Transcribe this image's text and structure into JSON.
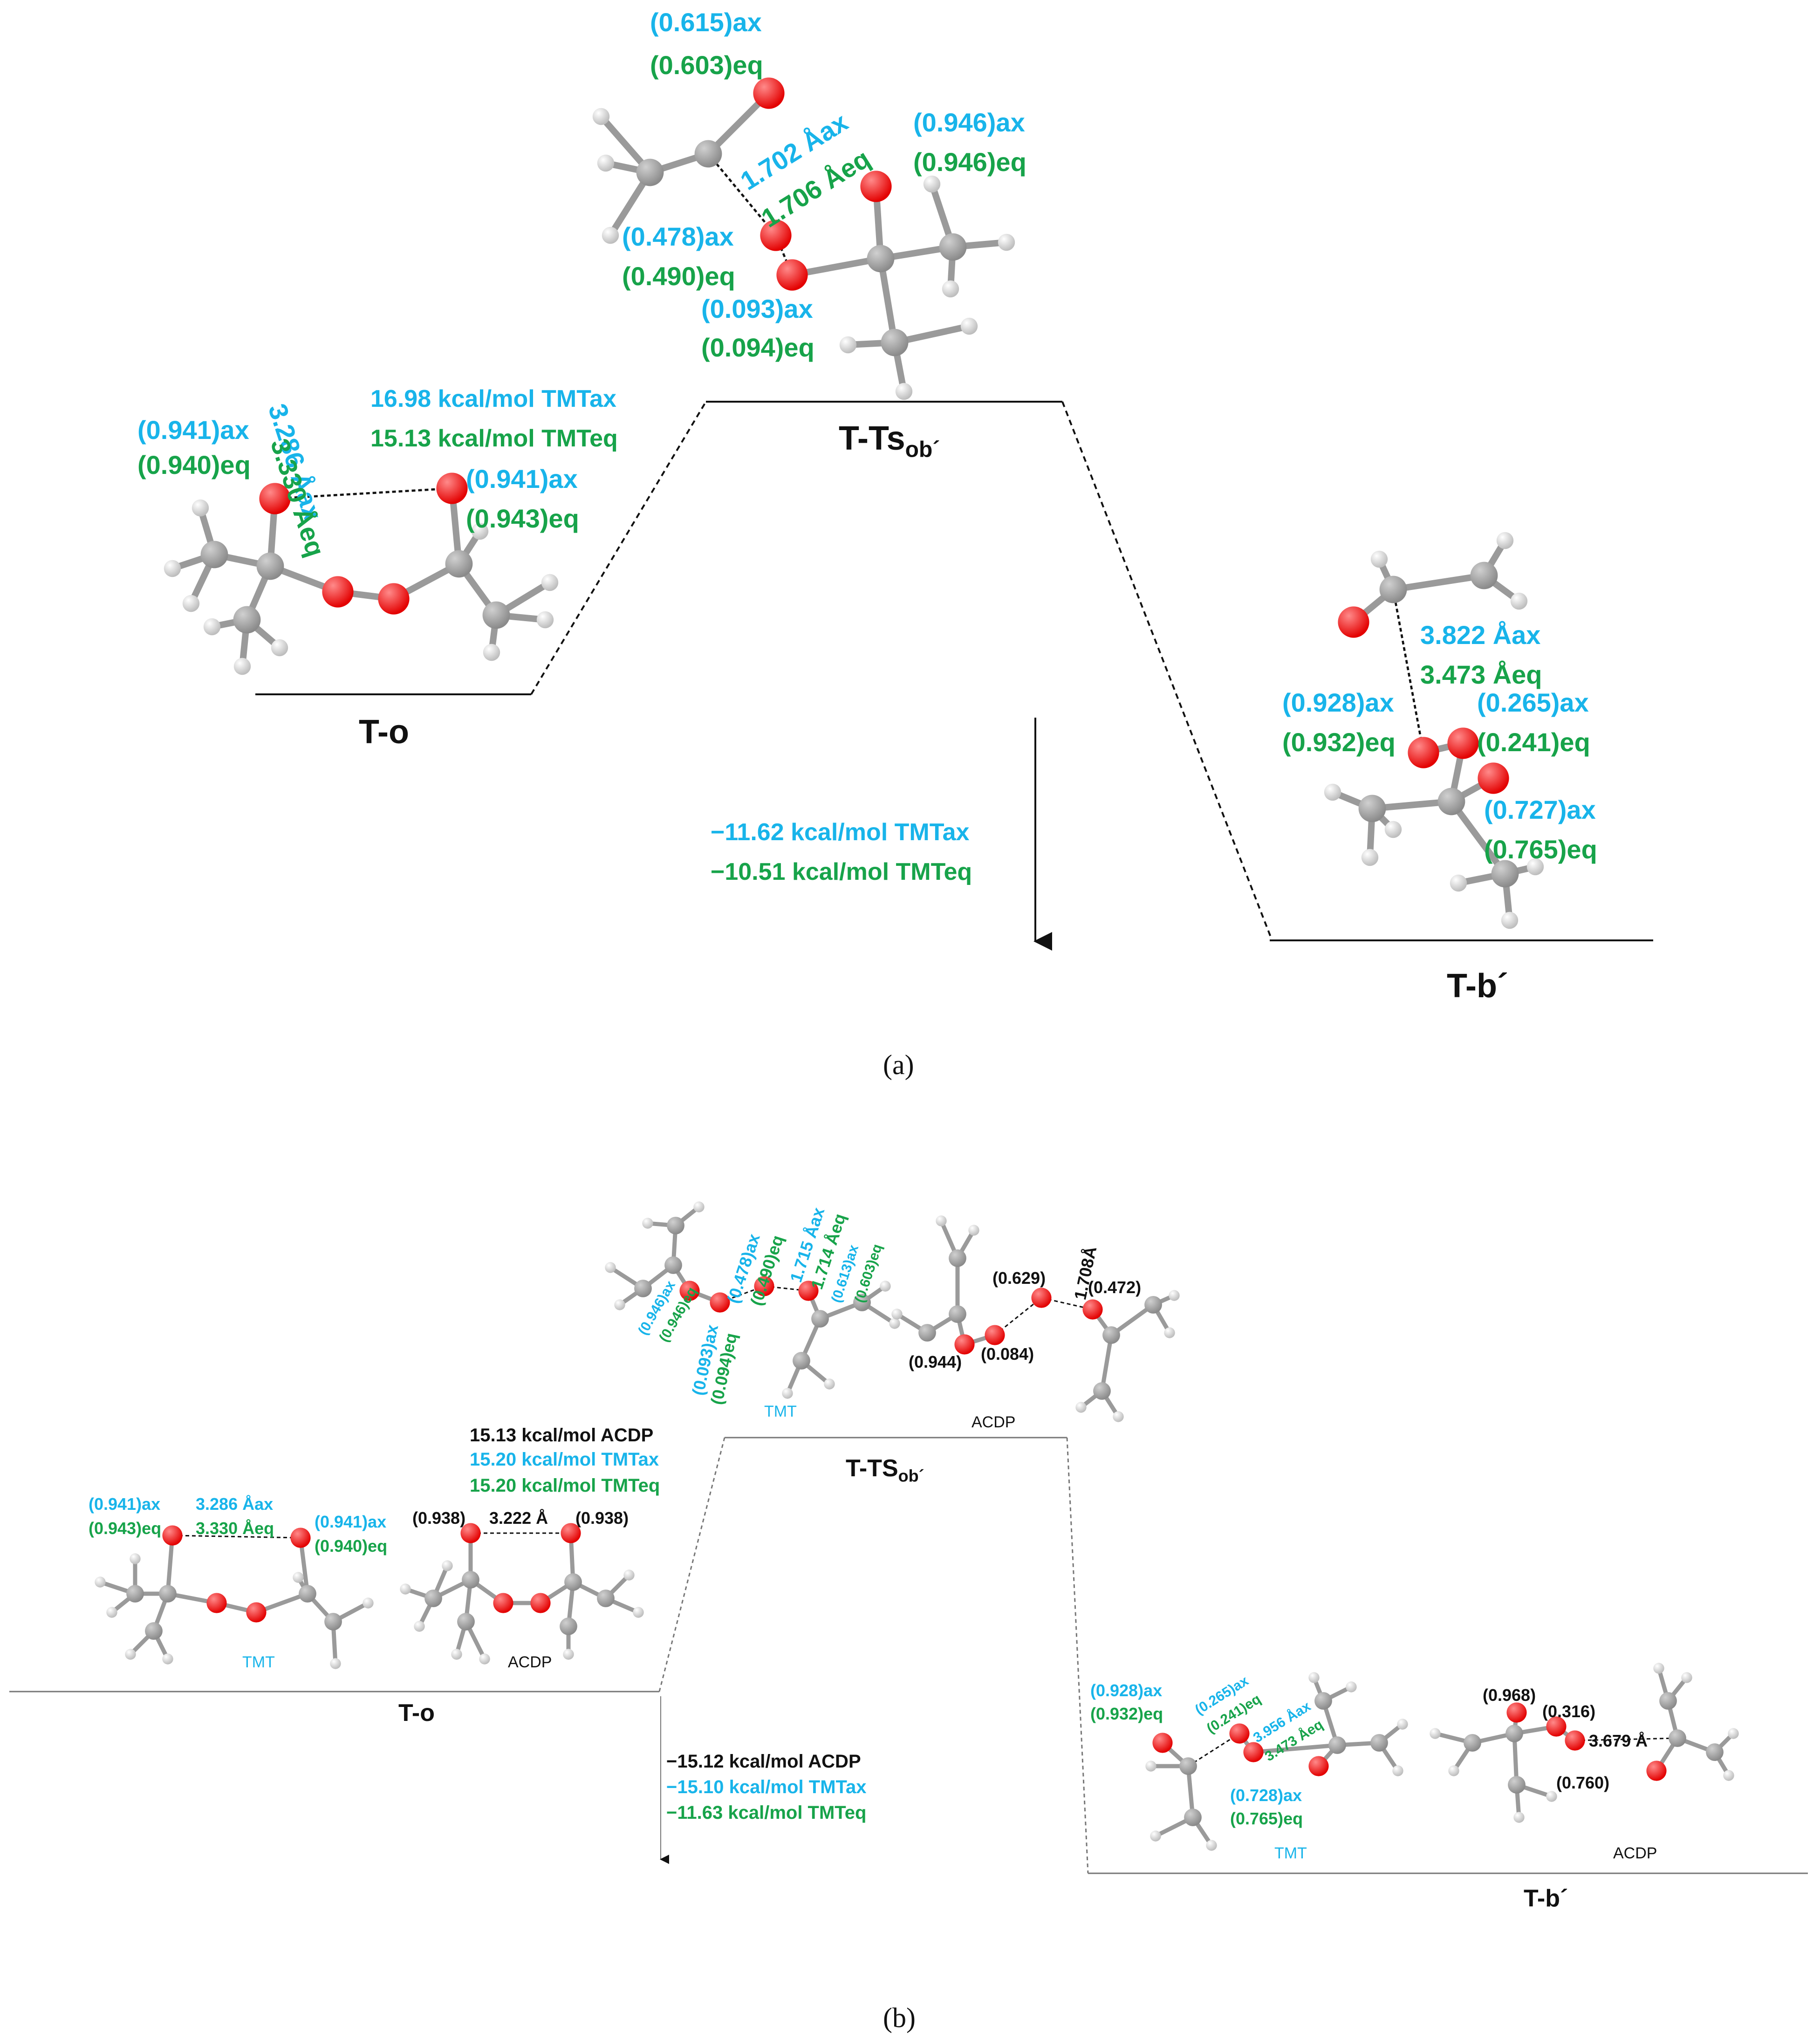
{
  "colors": {
    "ax": "#18b4ea",
    "eq": "#17a34a",
    "black": "#111111",
    "oxygen": "#e30000",
    "carbon": "#8a8a8a",
    "hydrogen": "#e8e8e8"
  },
  "panel_a": {
    "caption": "(a)",
    "states": {
      "reactant": "T-o",
      "ts": "T-Ts",
      "ts_sub": "ob´",
      "product": "T-b´"
    },
    "barrier": {
      "ax": "16.98 kcal/mol TMTax",
      "eq": "15.13 kcal/mol TMTeq"
    },
    "reaction_energy": {
      "ax": "−11.62 kcal/mol TMTax",
      "eq": "−10.51 kcal/mol TMTeq"
    },
    "to_labels": {
      "o1_ax": "(0.941)ax",
      "o1_eq": "(0.940)eq",
      "o2_ax": "(0.941)ax",
      "o2_eq": "(0.943)eq",
      "dist_ax": "3.286 Åax",
      "dist_eq": "3.330 Åeq"
    },
    "ts_labels": {
      "o_top_ax": "(0.615)ax",
      "o_top_eq": "(0.603)eq",
      "dist_ax": "1.702 Åax",
      "dist_eq": "1.706 Åeq",
      "o_right_ax": "(0.946)ax",
      "o_right_eq": "(0.946)eq",
      "o_mid_ax": "(0.478)ax",
      "o_mid_eq": "(0.490)eq",
      "o_low_ax": "(0.093)ax",
      "o_low_eq": "(0.094)eq"
    },
    "tb_labels": {
      "dist_ax": "3.822 Åax",
      "dist_eq": "3.473 Åeq",
      "o_left_ax": "(0.928)ax",
      "o_left_eq": "(0.932)eq",
      "o_right_ax": "(0.265)ax",
      "o_right_eq": "(0.241)eq",
      "o_low_ax": "(0.727)ax",
      "o_low_eq": "(0.765)eq"
    }
  },
  "panel_b": {
    "caption": "(b)",
    "states": {
      "reactant": "T-o",
      "ts": "T-TS",
      "ts_sub": "ob´",
      "product": "T-b´"
    },
    "mol_tags": {
      "tmt": "TMT",
      "acdp": "ACDP"
    },
    "barrier": {
      "acdp": "15.13 kcal/mol ACDP",
      "ax": "15.20 kcal/mol TMTax",
      "eq": "15.20 kcal/mol TMTeq"
    },
    "reaction_energy": {
      "acdp": "−15.12 kcal/mol ACDP",
      "ax": "−15.10 kcal/mol TMTax",
      "eq": "−11.63 kcal/mol TMTeq"
    },
    "to_tmt": {
      "o1_ax": "(0.941)ax",
      "o1_eq": "(0.943)eq",
      "dist_ax": "3.286 Åax",
      "dist_eq": "3.330 Åeq",
      "o2_ax": "(0.941)ax",
      "o2_eq": "(0.940)eq"
    },
    "to_acdp": {
      "o1": "(0.938)",
      "dist": "3.222 Å",
      "o2": "(0.938)"
    },
    "ts_tmt": {
      "a": "(0.946)ax",
      "b": "(0.946)eq",
      "c": "(0.478)ax",
      "d": "(0.490)eq",
      "e": "1.715 Åax",
      "f": "1.714 Åeq",
      "g": "(0.613)ax",
      "h": "(0.603)eq",
      "i": "(0.093)ax",
      "j": "(0.094)eq"
    },
    "ts_acdp": {
      "a": "(0.629)",
      "b": "1.708Å",
      "c": "(0.472)",
      "d": "(0.944)",
      "e": "(0.084)"
    },
    "tb_tmt": {
      "a": "(0.928)ax",
      "b": "(0.932)eq",
      "c": "(0.265)ax",
      "d": "(0.241)eq",
      "e": "3.956 Åax",
      "f": "3.473 Åeq",
      "g": "(0.728)ax",
      "h": "(0.765)eq"
    },
    "tb_acdp": {
      "a": "(0.968)",
      "b": "(0.316)",
      "c": "3.679 Å",
      "d": "(0.760)"
    }
  }
}
